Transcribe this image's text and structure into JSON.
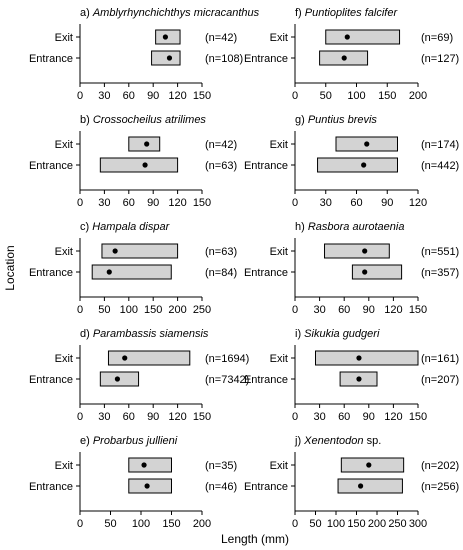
{
  "figure": {
    "ylabel": "Location",
    "xlabel": "Length (mm)"
  },
  "chart_data": [
    {
      "type": "boxplot-range",
      "title_prefix": "a)",
      "title_species": "Amblyrhynchichthys micracanthus",
      "xlim": [
        0,
        150
      ],
      "xticks": [
        "0",
        "30",
        "60",
        "90",
        "120",
        "150"
      ],
      "categories": [
        "Exit",
        "Entrance"
      ],
      "ranges": [
        [
          93,
          123
        ],
        [
          88,
          123
        ]
      ],
      "means": [
        105,
        110
      ],
      "n_labels": [
        "(n=42)",
        "(n=108)"
      ]
    },
    {
      "type": "boxplot-range",
      "title_prefix": "b)",
      "title_species": "Crossocheilus atrilimes",
      "xlim": [
        0,
        150
      ],
      "xticks": [
        "0",
        "30",
        "60",
        "90",
        "120",
        "150"
      ],
      "categories": [
        "Exit",
        "Entrance"
      ],
      "ranges": [
        [
          60,
          98
        ],
        [
          25,
          120
        ]
      ],
      "means": [
        82,
        80
      ],
      "n_labels": [
        "(n=42)",
        "(n=63)"
      ]
    },
    {
      "type": "boxplot-range",
      "title_prefix": "c)",
      "title_species": "Hampala dispar",
      "xlim": [
        0,
        250
      ],
      "xticks": [
        "0",
        "50",
        "100",
        "150",
        "200",
        "250"
      ],
      "categories": [
        "Exit",
        "Entrance"
      ],
      "ranges": [
        [
          45,
          200
        ],
        [
          25,
          187
        ]
      ],
      "means": [
        72,
        60
      ],
      "n_labels": [
        "(n=63)",
        "(n=84)"
      ]
    },
    {
      "type": "boxplot-range",
      "title_prefix": "d)",
      "title_species": "Parambassis siamensis",
      "xlim": [
        0,
        150
      ],
      "xticks": [
        "0",
        "30",
        "60",
        "90",
        "120",
        "150"
      ],
      "categories": [
        "Exit",
        "Entrance"
      ],
      "ranges": [
        [
          35,
          135
        ],
        [
          25,
          72
        ]
      ],
      "means": [
        55,
        46
      ],
      "n_labels": [
        "(n=1694)",
        "(n=7342)"
      ]
    },
    {
      "type": "boxplot-range",
      "title_prefix": "e)",
      "title_species": "Probarbus jullieni",
      "xlim": [
        0,
        200
      ],
      "xticks": [
        "0",
        "50",
        "100",
        "150",
        "200"
      ],
      "categories": [
        "Exit",
        "Entrance"
      ],
      "ranges": [
        [
          80,
          150
        ],
        [
          80,
          150
        ]
      ],
      "means": [
        105,
        110
      ],
      "n_labels": [
        "(n=35)",
        "(n=46)"
      ]
    },
    {
      "type": "boxplot-range",
      "title_prefix": "f)",
      "title_species": "Puntioplites falcifer",
      "xlim": [
        0,
        200
      ],
      "xticks": [
        "0",
        "50",
        "100",
        "150",
        "200"
      ],
      "categories": [
        "Exit",
        "Entrance"
      ],
      "ranges": [
        [
          50,
          170
        ],
        [
          40,
          118
        ]
      ],
      "means": [
        85,
        80
      ],
      "n_labels": [
        "(n=69)",
        "(n=127)"
      ]
    },
    {
      "type": "boxplot-range",
      "title_prefix": "g)",
      "title_species": "Puntius brevis",
      "xlim": [
        0,
        120
      ],
      "xticks": [
        "0",
        "30",
        "60",
        "90",
        "120"
      ],
      "categories": [
        "Exit",
        "Entrance"
      ],
      "ranges": [
        [
          40,
          100
        ],
        [
          22,
          100
        ]
      ],
      "means": [
        70,
        67
      ],
      "n_labels": [
        "(n=174)",
        "(n=442)"
      ]
    },
    {
      "type": "boxplot-range",
      "title_prefix": "h)",
      "title_species": "Rasbora aurotaenia",
      "xlim": [
        0,
        150
      ],
      "xticks": [
        "0",
        "30",
        "60",
        "90",
        "120",
        "150"
      ],
      "categories": [
        "Exit",
        "Entrance"
      ],
      "ranges": [
        [
          36,
          115
        ],
        [
          70,
          130
        ]
      ],
      "means": [
        85,
        85
      ],
      "n_labels": [
        "(n=551)",
        "(n=357)"
      ]
    },
    {
      "type": "boxplot-range",
      "title_prefix": "i)",
      "title_species": "Sikukia gudgeri",
      "xlim": [
        0,
        150
      ],
      "xticks": [
        "0",
        "30",
        "60",
        "90",
        "120",
        "150"
      ],
      "categories": [
        "Exit",
        "Entrance"
      ],
      "ranges": [
        [
          25,
          150
        ],
        [
          55,
          100
        ]
      ],
      "means": [
        78,
        78
      ],
      "n_labels": [
        "(n=161)",
        "(n=207)"
      ]
    },
    {
      "type": "boxplot-range",
      "title_prefix": "j)",
      "title_species": "Xenentodon",
      "title_suffix": " sp.",
      "xlim": [
        0,
        300
      ],
      "xticks": [
        "0",
        "50",
        "100",
        "150",
        "200",
        "250",
        "300"
      ],
      "categories": [
        "Exit",
        "Entrance"
      ],
      "ranges": [
        [
          113,
          265
        ],
        [
          105,
          262
        ]
      ],
      "means": [
        180,
        160
      ],
      "n_labels": [
        "(n=202)",
        "(n=256)"
      ]
    }
  ]
}
